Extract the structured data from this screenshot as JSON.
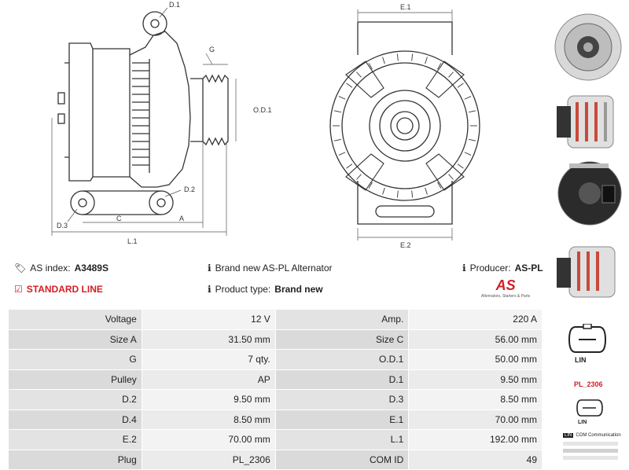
{
  "drawing": {
    "labels": {
      "d1": "D.1",
      "d2": "D.2",
      "d3": "D.3",
      "g": "G",
      "od1": "O.D.1",
      "c": "C",
      "a": "A",
      "l1": "L.1",
      "e1": "E.1",
      "e2": "E.2"
    }
  },
  "info": {
    "as_index_label": "AS index:",
    "as_index_value": "A3489S",
    "standard_line": "STANDARD LINE",
    "brand_new_text": "Brand new AS-PL Alternator",
    "product_type_label": "Product type:",
    "product_type_value": "Brand new",
    "producer_label": "Producer:",
    "producer_value": "AS-PL",
    "logo_text": "AS",
    "logo_tagline": "Alternators, Starters & Parts"
  },
  "specs": [
    {
      "l1": "Voltage",
      "v1": "12 V",
      "l2": "Amp.",
      "v2": "220 A"
    },
    {
      "l1": "Size A",
      "v1": "31.50 mm",
      "l2": "Size C",
      "v2": "56.00 mm"
    },
    {
      "l1": "G",
      "v1": "7 qty.",
      "l2": "O.D.1",
      "v2": "50.00 mm"
    },
    {
      "l1": "Pulley",
      "v1": "AP",
      "l2": "D.1",
      "v2": "9.50 mm"
    },
    {
      "l1": "D.2",
      "v1": "9.50 mm",
      "l2": "D.3",
      "v2": "8.50 mm"
    },
    {
      "l1": "D.4",
      "v1": "8.50 mm",
      "l2": "E.1",
      "v2": "70.00 mm"
    },
    {
      "l1": "E.2",
      "v1": "70.00 mm",
      "l2": "L.1",
      "v2": "192.00 mm"
    },
    {
      "l1": "Plug",
      "v1": "PL_2306",
      "l2": "COM ID",
      "v2": "49"
    }
  ],
  "side": {
    "plug_label_1": "LIN",
    "plug_code": "PL_2306",
    "plug_label_2": "LIN",
    "lin_tag": "LIN",
    "lin_desc": "COM Communication"
  }
}
